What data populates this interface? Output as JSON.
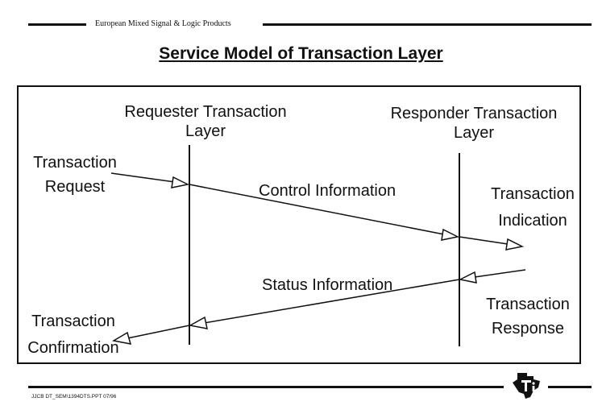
{
  "header": {
    "text": "European Mixed Signal & Logic Products"
  },
  "title": "Service Model of Transaction Layer",
  "diagram": {
    "requester_label_line1": "Requester Transaction",
    "requester_label_line2": "Layer",
    "responder_label_line1": "Responder Transaction",
    "responder_label_line2": "Layer",
    "transaction_request_line1": "Transaction",
    "transaction_request_line2": "Request",
    "control_information": "Control Information",
    "transaction_indication_line1": "Transaction",
    "transaction_indication_line2": "Indication",
    "status_information": "Status Information",
    "transaction_response_line1": "Transaction",
    "transaction_response_line2": "Response",
    "transaction_confirmation_line1": "Transaction",
    "transaction_confirmation_line2": "Confirmation"
  },
  "footer": {
    "text": "JJCB DT_SEM\\1394DTS.PPT 07/96"
  },
  "logo": {
    "icon": "texas-instruments-logo-icon"
  },
  "colors": {
    "ink": "#111111",
    "background": "#ffffff"
  }
}
